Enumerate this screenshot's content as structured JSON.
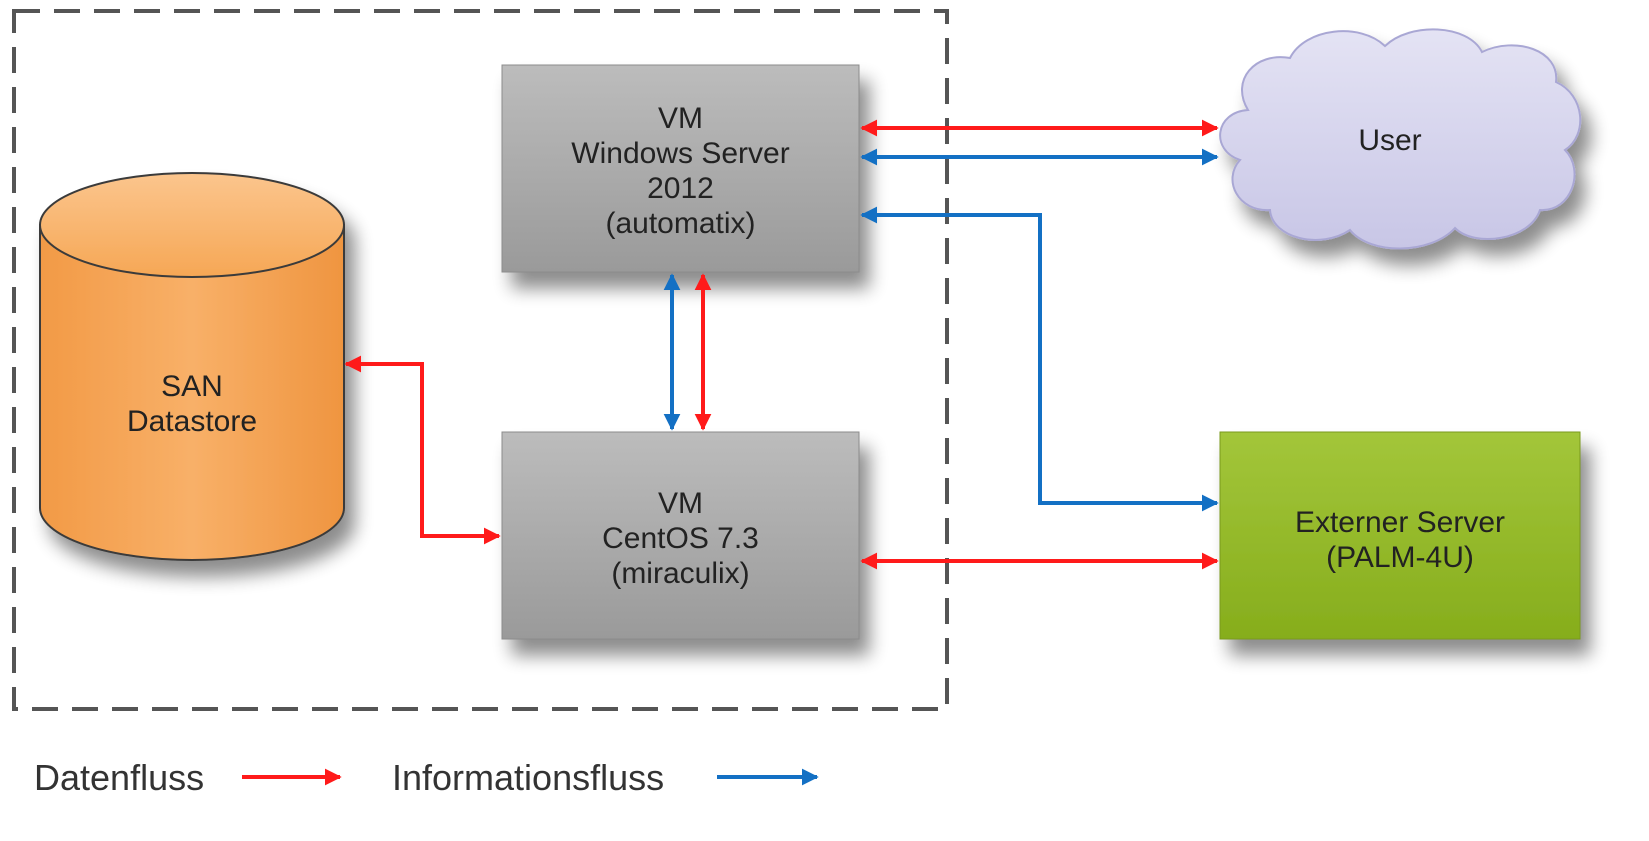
{
  "colors": {
    "data_flow": "#ff1a1a",
    "info_flow": "#1370c4",
    "vm_box": "#a3a3a3",
    "san": "#f6a24f",
    "external_server": "#8fb525",
    "cloud": "#cfcde9",
    "boundary": "#555555"
  },
  "nodes": {
    "vm_windows": {
      "lines": [
        "VM",
        "Windows Server",
        "2012",
        "(automatix)"
      ]
    },
    "vm_centos": {
      "lines": [
        "VM",
        "CentOS 7.3",
        "(miraculix)"
      ]
    },
    "san": {
      "lines": [
        "SAN",
        "Datastore"
      ]
    },
    "user": {
      "lines": [
        "User"
      ]
    },
    "external": {
      "lines": [
        "Externer Server",
        "(PALM-4U)"
      ]
    }
  },
  "legend": {
    "data_flow_label": "Datenfluss",
    "info_flow_label": "Informationsfluss"
  },
  "edges": [
    {
      "from": "vm_windows",
      "to": "user",
      "kind": "data",
      "direction": "both"
    },
    {
      "from": "vm_windows",
      "to": "user",
      "kind": "info",
      "direction": "both"
    },
    {
      "from": "external",
      "to": "vm_windows",
      "kind": "info",
      "direction": "both"
    },
    {
      "from": "vm_windows",
      "to": "vm_centos",
      "kind": "info",
      "direction": "both"
    },
    {
      "from": "vm_windows",
      "to": "vm_centos",
      "kind": "data",
      "direction": "both"
    },
    {
      "from": "san",
      "to": "vm_centos",
      "kind": "data",
      "direction": "both"
    },
    {
      "from": "vm_centos",
      "to": "external",
      "kind": "data",
      "direction": "both"
    }
  ]
}
